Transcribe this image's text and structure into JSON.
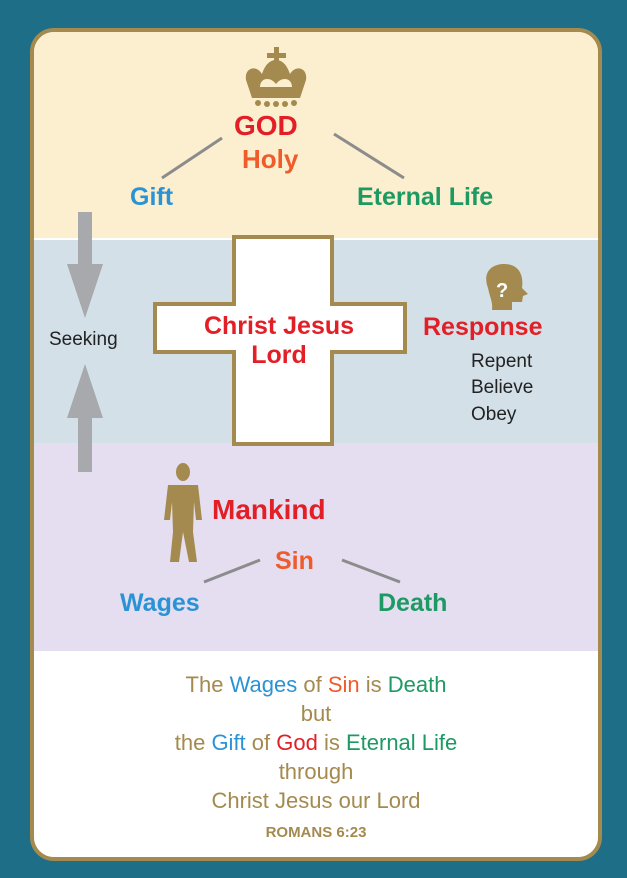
{
  "god_section": {
    "title": "GOD",
    "attribute": "Holy",
    "left": "Gift",
    "right": "Eternal Life",
    "icon": "crown-icon"
  },
  "middle_section": {
    "seeking": "Seeking",
    "cross_line1": "Christ Jesus",
    "cross_line2": "Lord",
    "response": "Response",
    "response_items": [
      "Repent",
      "Believe",
      "Obey"
    ],
    "icons": [
      "arrow-down-icon",
      "arrow-up-icon",
      "head-question-icon",
      "cross-icon"
    ]
  },
  "mankind_section": {
    "title": "Mankind",
    "attribute": "Sin",
    "left": "Wages",
    "right": "Death",
    "icon": "person-icon"
  },
  "verse": {
    "line1": {
      "p1": "The ",
      "p2": "Wages",
      "p3": " of ",
      "p4": "Sin",
      "p5": " is ",
      "p6": "Death"
    },
    "line2": "but",
    "line3": {
      "p1": "the ",
      "p2": "Gift",
      "p3": " of ",
      "p4": "God",
      "p5": " is ",
      "p6": "Eternal Life"
    },
    "line4": "through",
    "line5": "Christ Jesus our Lord",
    "reference": "ROMANS 6:23"
  },
  "colors": {
    "background": "#1f6e87",
    "border_gold": "#a48a4e",
    "red": "#e21f26",
    "orange": "#ef5b2a",
    "blue": "#2a93d5",
    "green": "#1d9a63",
    "arrow_gray": "#a7a9ac"
  }
}
